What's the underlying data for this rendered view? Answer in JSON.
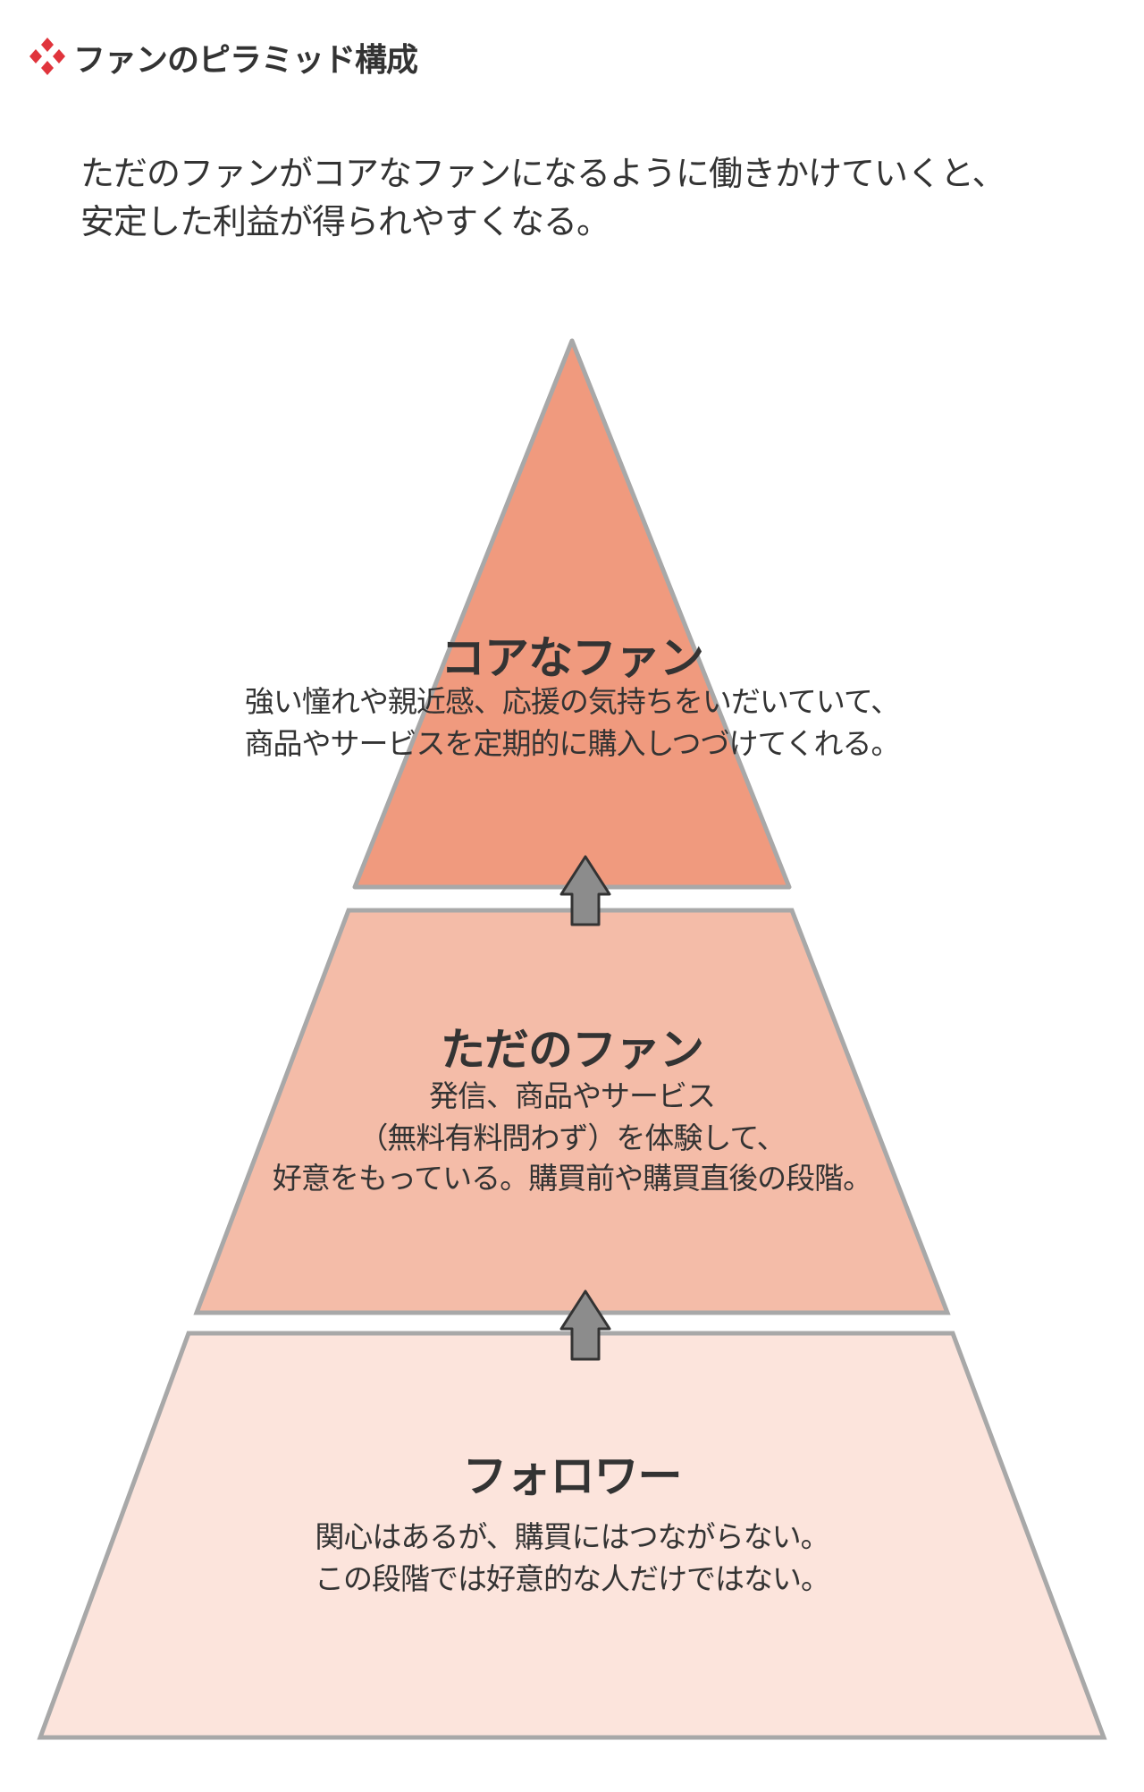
{
  "header": {
    "title": "ファンのピラミッド構成",
    "icon": "diamond-cluster-icon"
  },
  "intro": {
    "lines": [
      "ただのファンがコアなファンになるように働きかけていくと、",
      "安定した利益が得られやすくなる。"
    ]
  },
  "levels": [
    {
      "title": "コアなファン",
      "lines": [
        "強い憧れや親近感、応援の気持ちをいだいていて、",
        "商品やサービスを定期的に購入しつづけてくれる。"
      ],
      "color": "#f09a7e"
    },
    {
      "title": "ただのファン",
      "lines": [
        "発信、商品やサービス",
        "（無料有料問わず）を体験して、",
        "好意をもっている。購買前や購買直後の段階。"
      ],
      "color": "#f4bca8"
    },
    {
      "title": "フォロワー",
      "lines": [
        "関心はあるが、購買にはつながらない。",
        "この段階では好意的な人だけではない。"
      ],
      "color": "#fce4dc"
    }
  ],
  "colors": {
    "accent": "#e0343c",
    "outline": "#a8a8a8",
    "arrow": "#8c8c8c",
    "text": "#333333"
  }
}
